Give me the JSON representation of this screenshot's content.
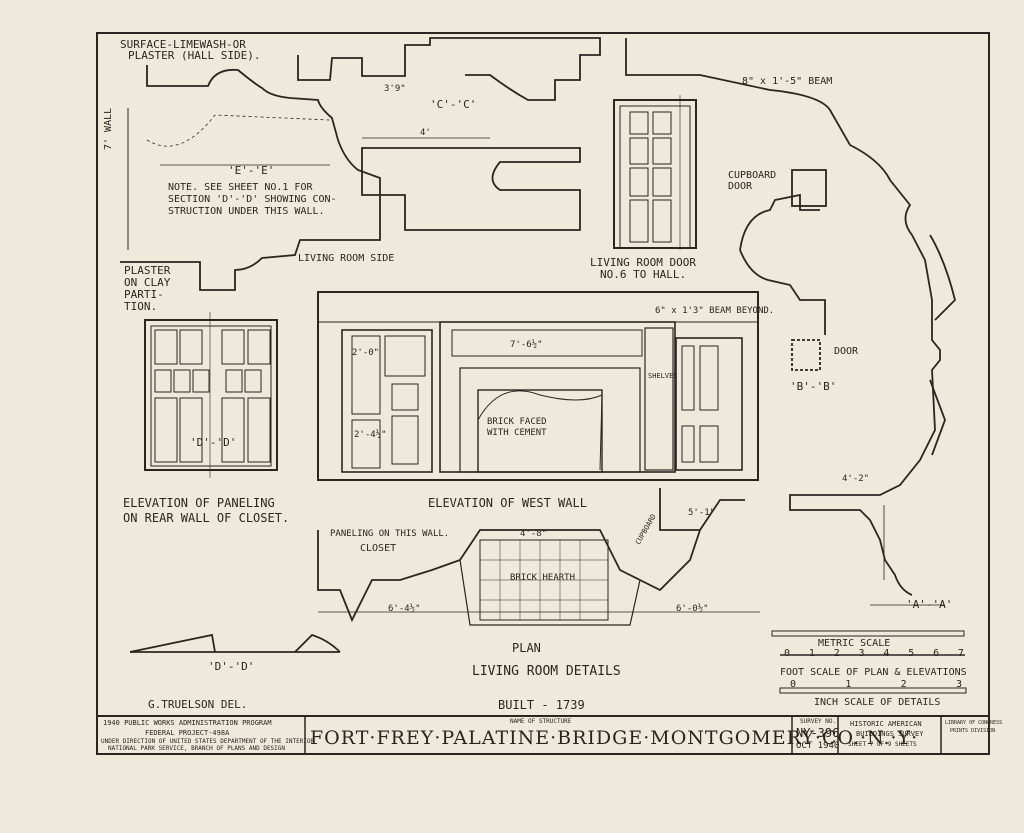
{
  "sections": {
    "surface_note": "SURFACE-LIMEWASH-OR",
    "surface_note2": "PLASTER (HALL SIDE).",
    "wall_label": "7' WALL",
    "ee": "'E'-'E'",
    "cc": "'C'-'C'",
    "note_line1": "NOTE. SEE SHEET NO.1 FOR",
    "note_line2": "SECTION 'D'-'D' SHOWING CON-",
    "note_line3": "STRUCTION UNDER THIS WALL.",
    "living_room_side": "LIVING ROOM SIDE",
    "plaster_note": [
      "PLASTER",
      "ON CLAY",
      "PARTI-",
      "TION."
    ],
    "door_title1": "LIVING ROOM DOOR",
    "door_title2": "NO.6 TO HALL.",
    "beam_top": "8\" x 1'-5\" BEAM",
    "cupboard_door": [
      "CUPBOARD",
      "DOOR"
    ],
    "door": "DOOR",
    "bb": "'B'-'B'",
    "aa": "'A'-'A'",
    "dd_panel": "'D'-'D'",
    "beam_beyond": "6\" x 1'3\" BEAM BEYOND.",
    "brick_faced": [
      "BRICK FACED",
      "WITH CEMENT"
    ],
    "shelves": "SHELVES",
    "paneling_title1": "ELEVATION OF PANELING",
    "paneling_title2": "ON REAR WALL OF CLOSET.",
    "west_wall_title": "ELEVATION OF WEST WALL",
    "paneling_on_wall": "PANELING ON THIS WALL.",
    "closet": "CLOSET",
    "brick_hearth": "BRICK HEARTH",
    "cupboard": "CUPBOARD",
    "plan": "PLAN",
    "dd_bottom": "'D'-'D'",
    "living_room_details": "LIVING ROOM DETAILS",
    "delineator": "G.TRUELSON DEL.",
    "built": "BUILT - 1739"
  },
  "dimensions": {
    "d_4ft": "4'",
    "d_4ft8": "4'-8\"",
    "d_5ft1": "5'-1\"",
    "d_6ft4": "6'-4½\"",
    "d_6ft0": "6'-0½\"",
    "d_7ft6": "7'-6½\"",
    "d_4ft2": "4'-2\"",
    "d_3_9": "3'9\"",
    "d_2ft0": "2'-0\"",
    "d_2ft4": "2'-4½\""
  },
  "scales": {
    "metric_label": "METRIC SCALE",
    "metric_ticks": [
      "0",
      "1",
      "2",
      "3",
      "4",
      "5",
      "6",
      "7"
    ],
    "foot_label": "FOOT SCALE OF PLAN & ELEVATIONS",
    "foot_ticks": [
      "0",
      "1",
      "2",
      "3"
    ],
    "inch_label": "INCH SCALE OF DETAILS"
  },
  "title_block": {
    "program": "1940 PUBLIC WORKS ADMINISTRATION PROGRAM",
    "project": "FEDERAL PROJECT-498A",
    "direction": "UNDER DIRECTION OF UNITED STATES DEPARTMENT OF THE INTERIOR",
    "branch": "NATIONAL PARK SERVICE, BRANCH OF PLANS AND DESIGN",
    "name_label": "NAME OF STRUCTURE",
    "structure_name": "FORT·FREY·PALATINE·BRIDGE·MONTGOMERY·CO.·N.·Y·",
    "survey_label": "SURVEY NO.",
    "survey_no": "NY-396",
    "date": "OCT 1940",
    "habs1": "HISTORIC AMERICAN",
    "habs2": "BUILDINGS SURVEY",
    "sheet": "SHEET 7 OF 9 SHEETS",
    "loc1": "LIBRARY OF CONGRESS",
    "loc2": "PRINTS DIVISION"
  }
}
